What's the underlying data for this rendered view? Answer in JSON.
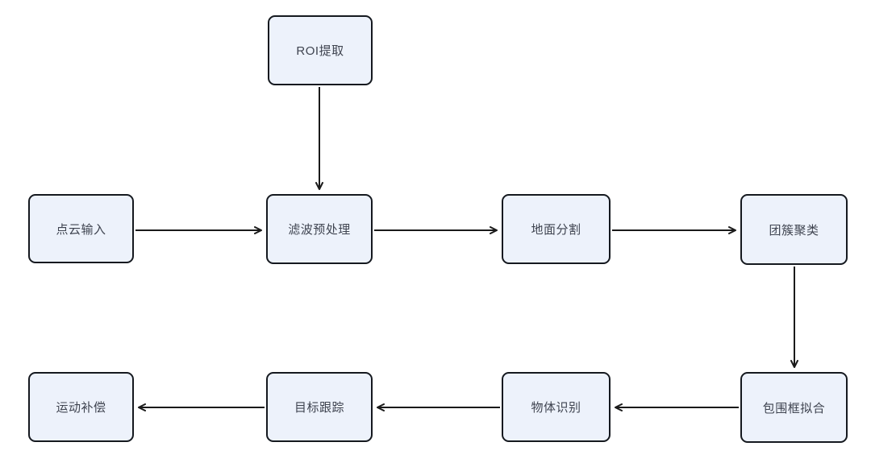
{
  "diagram": {
    "type": "flowchart",
    "nodes": [
      {
        "id": "roi",
        "label": "ROI提取"
      },
      {
        "id": "point-cloud-input",
        "label": "点云输入"
      },
      {
        "id": "filter-preprocess",
        "label": "滤波预处理"
      },
      {
        "id": "ground-segmentation",
        "label": "地面分割"
      },
      {
        "id": "cluster-clustering",
        "label": "团簇聚类"
      },
      {
        "id": "bbox-fitting",
        "label": "包围框拟合"
      },
      {
        "id": "object-recognition",
        "label": "物体识别"
      },
      {
        "id": "target-tracking",
        "label": "目标跟踪"
      },
      {
        "id": "motion-compensation",
        "label": "运动补偿"
      }
    ],
    "edges": [
      {
        "from": "ROI提取",
        "to": "滤波预处理",
        "direction": "down"
      },
      {
        "from": "点云输入",
        "to": "滤波预处理",
        "direction": "right"
      },
      {
        "from": "滤波预处理",
        "to": "地面分割",
        "direction": "right"
      },
      {
        "from": "地面分割",
        "to": "团簇聚类",
        "direction": "right"
      },
      {
        "from": "团簇聚类",
        "to": "包围框拟合",
        "direction": "down"
      },
      {
        "from": "包围框拟合",
        "to": "物体识别",
        "direction": "left"
      },
      {
        "from": "物体识别",
        "to": "目标跟踪",
        "direction": "left"
      },
      {
        "from": "目标跟踪",
        "to": "运动补偿",
        "direction": "left"
      }
    ],
    "colors": {
      "background": "#FFFFFF",
      "node_fill": "#EDF2FB",
      "node_border": "#15191F",
      "node_text": "#3F4450",
      "arrow": "#1A1A1A"
    }
  }
}
